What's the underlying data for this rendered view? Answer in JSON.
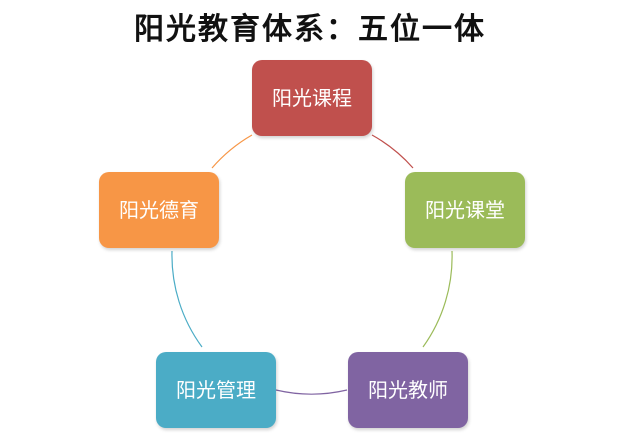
{
  "title": "阳光教育体系：五位一体",
  "nodes": [
    {
      "label": "阳光课程",
      "color": "#c0504d"
    },
    {
      "label": "阳光课堂",
      "color": "#9bbb59"
    },
    {
      "label": "阳光教师",
      "color": "#8064a2"
    },
    {
      "label": "阳光管理",
      "color": "#4bacc6"
    },
    {
      "label": "阳光德育",
      "color": "#f79646"
    }
  ],
  "connectors": [
    {
      "from": 0,
      "to": 1,
      "color": "#c0504d"
    },
    {
      "from": 1,
      "to": 2,
      "color": "#9bbb59"
    },
    {
      "from": 2,
      "to": 3,
      "color": "#8064a2"
    },
    {
      "from": 3,
      "to": 4,
      "color": "#4bacc6"
    },
    {
      "from": 4,
      "to": 0,
      "color": "#f79646"
    }
  ]
}
